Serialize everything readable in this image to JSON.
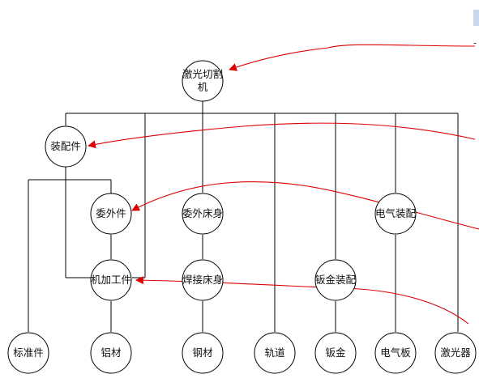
{
  "nodes": {
    "laser_cutter": {
      "line1": "激光切割",
      "line2": "机"
    },
    "assembly": "装配件",
    "outsourced": "委外件",
    "outsourced_bed": "委外床身",
    "electrical_assembly": "电气装配",
    "machined": "机加工件",
    "welded_bed": "焊接床身",
    "sheet_metal_assembly": "钣金装配",
    "standard": "标准件",
    "aluminum": "铝材",
    "steel": "钢材",
    "rail": "轨道",
    "sheet_metal": "钣金",
    "electrical_board": "电气板",
    "laser": "激光器"
  },
  "colors": {
    "line": "#000000",
    "arrow": "#dd0000",
    "corner_mark": "#c9d6ec"
  },
  "corner_mark_text": "-"
}
